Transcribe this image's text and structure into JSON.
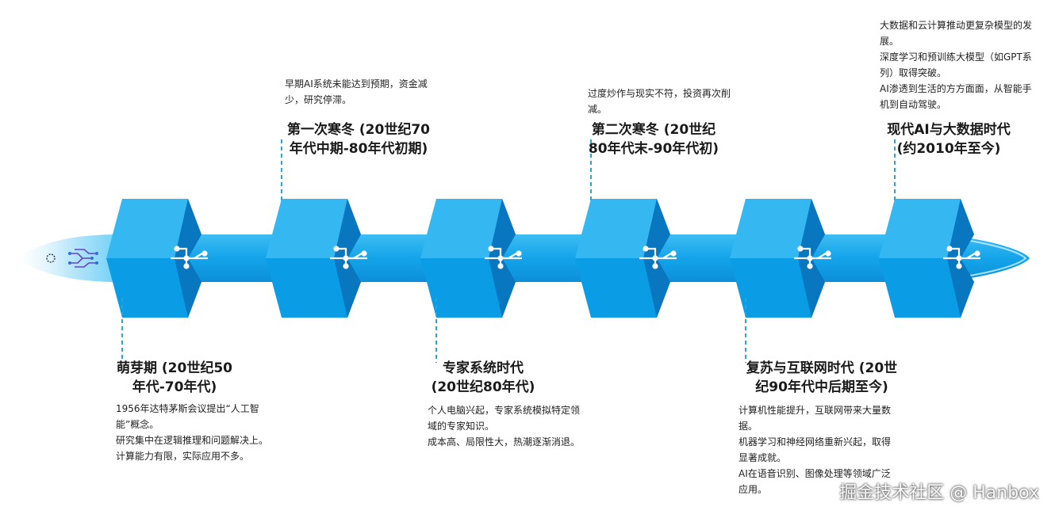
{
  "milestones": [
    {
      "title": "萌芽期 (20世纪50年代-70年代)",
      "lines": [
        "1956年达特茅斯会议提出“人工智能”概念。",
        "研究集中在逻辑推理和问题解决上。",
        "计算能力有限，实际应用不多。"
      ]
    },
    {
      "title": "第一次寒冬 (20世纪70年代中期-80年代初期)",
      "lines": [
        "早期AI系统未能达到预期，资金减少，研究停滞。"
      ]
    },
    {
      "title": "专家系统时代 (20世纪80年代)",
      "lines": [
        "个人电脑兴起，专家系统模拟特定领域的专家知识。",
        "成本高、局限性大，热潮逐渐消退。"
      ]
    },
    {
      "title": "第二次寒冬 (20世纪80年代末-90年代初)",
      "lines": [
        "过度炒作与现实不符，投资再次削减。"
      ]
    },
    {
      "title": "复苏与互联网时代 (20世纪90年代中后期至今)",
      "lines": [
        "计算机性能提升，互联网带来大量数据。",
        "机器学习和神经网络重新兴起，取得显著成就。",
        "AI在语音识别、图像处理等领域广泛应用。"
      ]
    },
    {
      "title": "现代AI与大数据时代 (约2010年至今)",
      "lines": [
        "大数据和云计算推动更复杂模型的发展。",
        "深度学习和预训练大模型（如GPT系列）取得突破。",
        "AI渗透到生活的方方面面，从智能手机到自动驾驶。"
      ]
    }
  ],
  "watermark": "掘金技术社区 @ Hanbox",
  "colors": {
    "shaft": "#1aa8ec",
    "block_front": "#0b9ce6",
    "block_side": "#0877c0",
    "block_top": "#35b8f2",
    "connector": "#29a4dc",
    "circuit_icon": "#6a3fc8"
  }
}
